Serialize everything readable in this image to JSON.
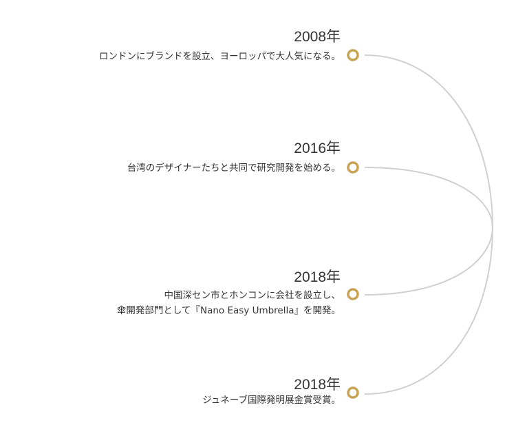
{
  "accent_color": "#c8a253",
  "line_color": "#d0d0d0",
  "entries": [
    {
      "year": "2008年",
      "desc": [
        "ロンドンにブランドを設立、ヨーロッパで大人気になる。"
      ]
    },
    {
      "year": "2016年",
      "desc": [
        "台湾のデザイナーたちと共同で研究開発を始める。"
      ]
    },
    {
      "year": "2018年",
      "desc": [
        "中国深セン市とホンコンに会社を設立し、",
        "傘開発部門として『Nano Easy Umbrella』を開発。"
      ]
    },
    {
      "year": "2018年",
      "desc": [
        "ジュネーブ国際発明展金賞受賞。"
      ]
    }
  ]
}
